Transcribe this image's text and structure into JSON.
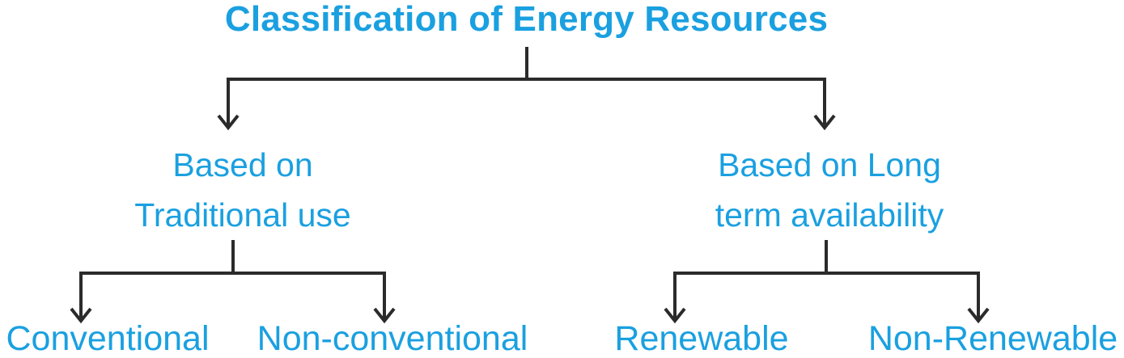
{
  "colors": {
    "accent": "#1aa0e0",
    "connector": "#2b2b2b"
  },
  "diagram": {
    "title": "Classification of Energy Resources",
    "branches": [
      {
        "label_lines": [
          "Based on",
          "Traditional use"
        ],
        "children": [
          "Conventional",
          "Non-conventional"
        ]
      },
      {
        "label_lines": [
          "Based on Long",
          "term availability"
        ],
        "children": [
          "Renewable",
          "Non-Renewable"
        ]
      }
    ]
  }
}
